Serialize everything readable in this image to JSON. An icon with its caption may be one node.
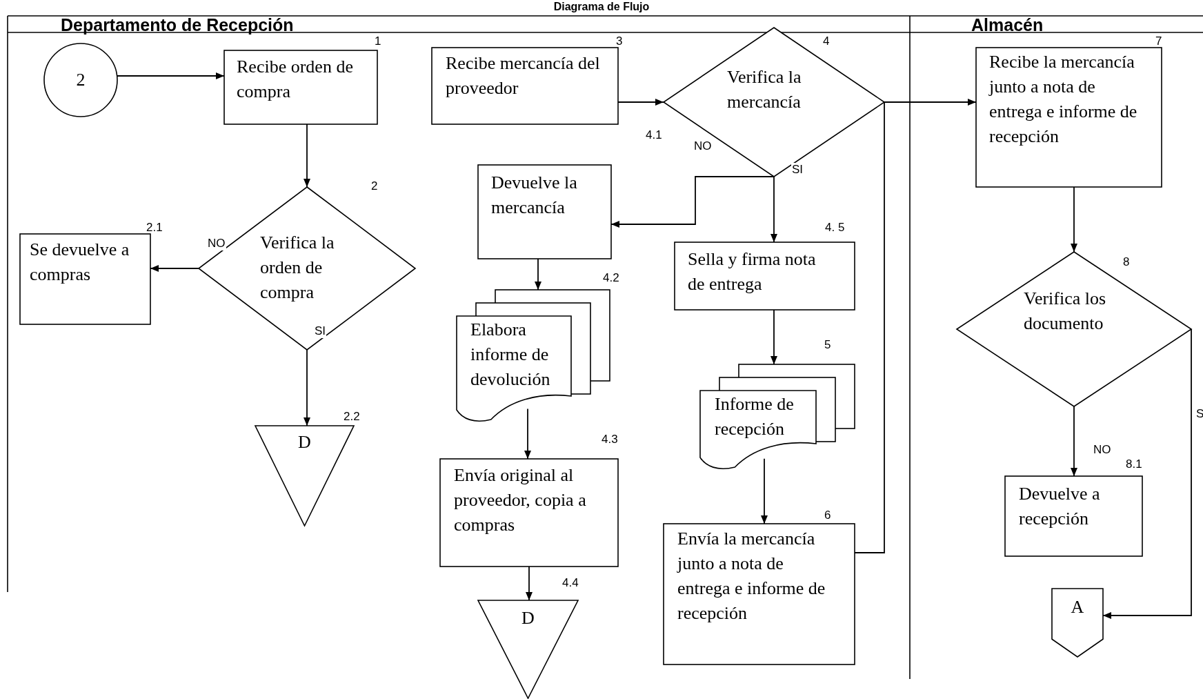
{
  "diagram": {
    "title": "Diagrama de Flujo",
    "nodes": [
      {
        "text": [
          "2"
        ]
      },
      {
        "text": [
          "Recibe orden de compra"
        ],
        "beside": [
          "1"
        ]
      },
      {
        "text": [
          "Verifica la orden de compra"
        ],
        "beside": [
          "2"
        ]
      },
      {
        "text": [
          "Se devuelve a compras"
        ],
        "beside": [
          "2.1"
        ]
      },
      {
        "text": [
          "D"
        ],
        "beside": [
          "2.2"
        ]
      },
      {
        "text": [
          "Recibe mercancía del proveedor"
        ],
        "beside": [
          "3"
        ]
      },
      {
        "text": [
          "Verifica la mercancía"
        ],
        "beside": [
          "4"
        ]
      },
      {
        "text": [
          "Devuelve la mercancía"
        ]
      },
      {
        "text": [
          "Elabora informe de devolución"
        ],
        "beside": [
          "4.2"
        ]
      },
      {
        "text": [
          "Envía original al proveedor, copia a compras"
        ],
        "beside": [
          "4.3"
        ]
      },
      {
        "text": [
          "D"
        ],
        "beside": [
          "4.4"
        ]
      },
      {
        "text": [
          "Sella y firma nota de entrega"
        ],
        "beside": [
          "4. 5"
        ]
      },
      {
        "text": [
          "Informe de recepción"
        ],
        "beside": [
          "5"
        ]
      },
      {
        "text": [
          "Envía la mercancía junto a nota de entrega e informe de recepción"
        ],
        "beside": [
          "6"
        ]
      },
      {
        "text": [
          "Recibe la mercancía junto a nota de entrega e informe de recepción"
        ],
        "beside": [
          "7"
        ]
      },
      {
        "text": [
          "Verifica los documento"
        ],
        "beside": [
          "8"
        ]
      },
      {
        "text": [
          "Devuelve a recepción"
        ],
        "beside": [
          "8.1"
        ]
      },
      {
        "text": [
          "A"
        ]
      }
    ],
    "edges": [
      {
        "from": 0,
        "to": 1,
        "arrow": "to"
      },
      {
        "from": 1,
        "to": 2,
        "arrow": "to"
      },
      {
        "from": 2,
        "to": 3,
        "arrow": "to",
        "label": "NO"
      },
      {
        "from": 2,
        "to": 4,
        "arrow": "to",
        "label": "SI"
      },
      {
        "from": 5,
        "to": 6,
        "arrow": "to"
      },
      {
        "from": 6,
        "to": 7,
        "arrow": "to",
        "label": "NO"
      },
      {
        "from": 6,
        "to": 11,
        "arrow": "to",
        "label": "SI"
      },
      {
        "from": 7,
        "to": 8,
        "arrow": "to"
      },
      {
        "from": 8,
        "to": 9,
        "arrow": "to"
      },
      {
        "from": 9,
        "to": 10,
        "arrow": "to"
      },
      {
        "from": 11,
        "to": 12,
        "arrow": "to"
      },
      {
        "from": 12,
        "to": 13,
        "arrow": "to"
      },
      {
        "from": 13,
        "to": 14,
        "arrow": "to"
      },
      {
        "from": 14,
        "to": 15,
        "arrow": "to"
      },
      {
        "from": 15,
        "to": 16,
        "arrow": "to",
        "label": "NO"
      },
      {
        "from": 15,
        "to": 17,
        "arrow": "to",
        "label": "S"
      }
    ],
    "labels": [
      "Departamento de Recepción",
      "Almacén",
      "4.1"
    ]
  }
}
